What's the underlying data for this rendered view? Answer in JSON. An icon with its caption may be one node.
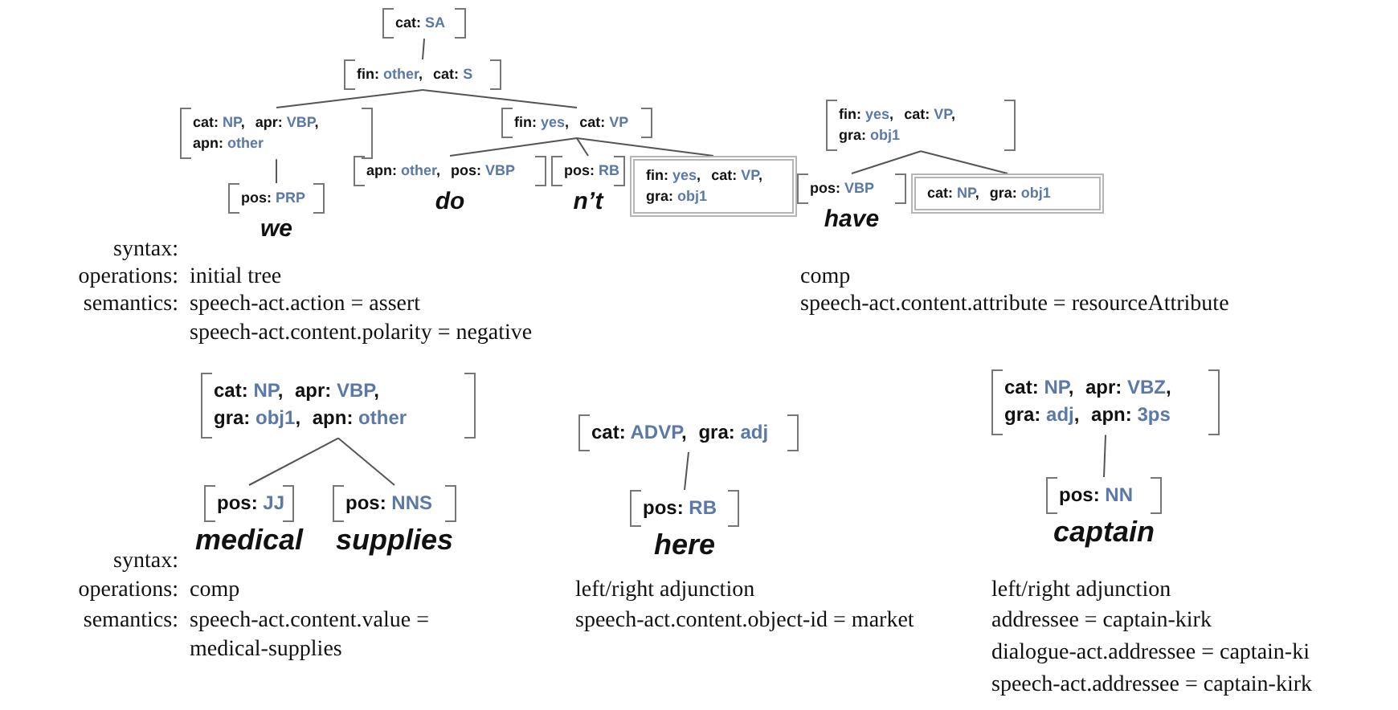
{
  "diagram": {
    "nodes": [
      {
        "text": [
          "cat: SA"
        ]
      },
      {
        "text": [
          "fin: other, cat: S"
        ]
      },
      {
        "text": [
          "cat: NP, apr: VBP, apn: other"
        ]
      },
      {
        "text": [
          "pos: PRP"
        ],
        "beside": [
          "we"
        ]
      },
      {
        "text": [
          "fin: yes, cat: VP"
        ]
      },
      {
        "text": [
          "apn: other, pos: VBP"
        ],
        "beside": [
          "do"
        ]
      },
      {
        "text": [
          "pos: RB"
        ],
        "beside": [
          "n’t"
        ]
      },
      {
        "text": [
          "fin: yes, cat: VP, gra: obj1"
        ]
      },
      {
        "text": [
          "fin: yes, cat: VP, gra: obj1"
        ]
      },
      {
        "text": [
          "pos: VBP"
        ],
        "beside": [
          "have"
        ]
      },
      {
        "text": [
          "cat: NP, gra: obj1"
        ]
      },
      {
        "text": [
          "cat: NP, apr: VBP, gra: obj1, apn: other"
        ]
      },
      {
        "text": [
          "pos: JJ"
        ],
        "beside": [
          "medical"
        ]
      },
      {
        "text": [
          "pos: NNS"
        ],
        "beside": [
          "supplies"
        ]
      },
      {
        "text": [
          "cat: ADVP, gra: adj"
        ]
      },
      {
        "text": [
          "pos: RB"
        ],
        "beside": [
          "here"
        ]
      },
      {
        "text": [
          "cat: NP, apr: VBZ, gra: adj, apn: 3ps"
        ]
      },
      {
        "text": [
          "pos: NN"
        ],
        "beside": [
          "captain"
        ]
      }
    ],
    "edges": [
      {
        "from": 0,
        "to": 1,
        "arrow": "none"
      },
      {
        "from": 1,
        "to": 2,
        "arrow": "none"
      },
      {
        "from": 1,
        "to": 4,
        "arrow": "none"
      },
      {
        "from": 2,
        "to": 3,
        "arrow": "none"
      },
      {
        "from": 4,
        "to": 5,
        "arrow": "none"
      },
      {
        "from": 4,
        "to": 6,
        "arrow": "none"
      },
      {
        "from": 4,
        "to": 7,
        "arrow": "none"
      },
      {
        "from": 8,
        "to": 9,
        "arrow": "none"
      },
      {
        "from": 8,
        "to": 10,
        "arrow": "none"
      },
      {
        "from": 11,
        "to": 12,
        "arrow": "none"
      },
      {
        "from": 11,
        "to": 13,
        "arrow": "none"
      },
      {
        "from": 14,
        "to": 15,
        "arrow": "none"
      },
      {
        "from": 16,
        "to": 17,
        "arrow": "none"
      }
    ],
    "labels": [
      "syntax:",
      "operations:",
      "initial tree",
      "comp",
      "semantics:",
      "speech-act.action = assert",
      "speech-act.content.attribute = resourceAttribute",
      "speech-act.content.polarity = negative",
      "syntax:",
      "operations:",
      "comp",
      "left/right adjunction",
      "left/right adjunction",
      "semantics:",
      "speech-act.content.value = medical-supplies",
      "speech-act.content.object-id = market",
      "addressee = captain-kirk",
      "dialogue-act.addressee = captain-ki",
      "speech-act.addressee = captain-kirk"
    ]
  }
}
